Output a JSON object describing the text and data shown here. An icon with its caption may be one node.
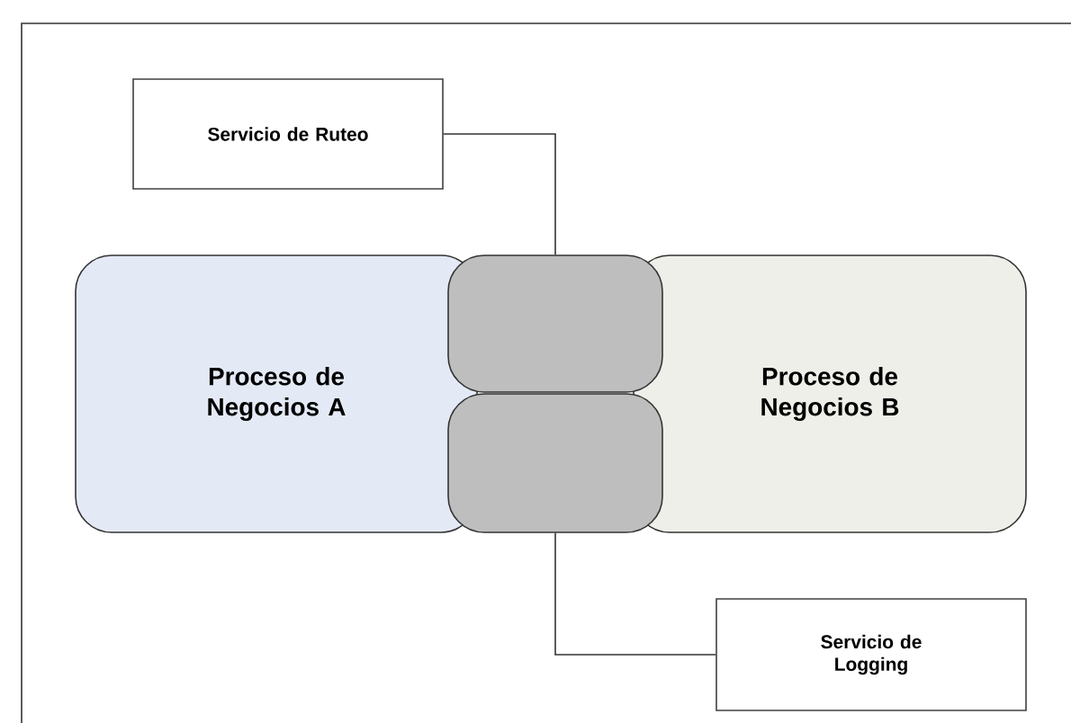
{
  "diagram": {
    "nodes": [
      {
        "text": [
          "Servicio de Ruteo"
        ]
      },
      {
        "text": [
          "Proceso de Negocios A"
        ]
      },
      {
        "text": [],
        "shape": "box"
      },
      {
        "text": [],
        "shape": "box"
      },
      {
        "text": [
          "Proceso de Negocios B"
        ]
      },
      {
        "text": [
          "Servicio de Logging"
        ]
      }
    ],
    "edges": [
      {
        "from": 0,
        "to": 2,
        "arrow": "none"
      },
      {
        "from": 3,
        "to": 5,
        "arrow": "none"
      }
    ]
  }
}
